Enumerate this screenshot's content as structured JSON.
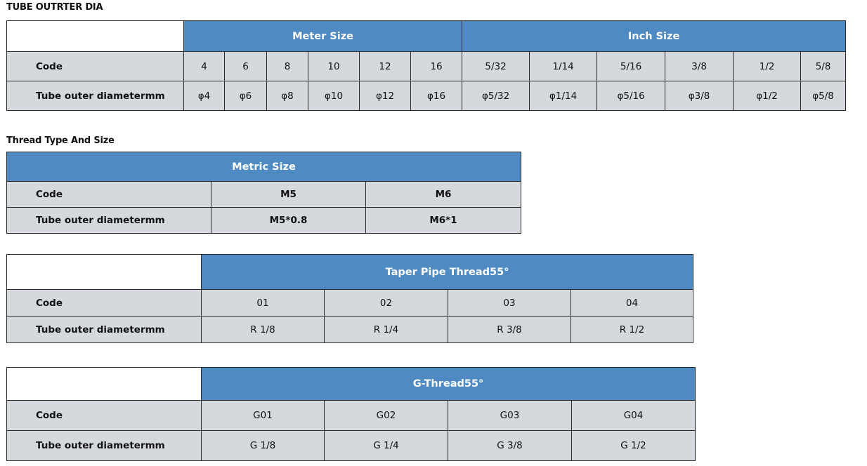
{
  "section1": {
    "title": "TUBE OUTRTER DIA",
    "group_headers": [
      "Meter Size",
      "Inch Size"
    ],
    "rows": [
      {
        "label": "Code",
        "values": [
          "4",
          "6",
          "8",
          "10",
          "12",
          "16",
          "5/32",
          "1/14",
          "5/16",
          "3/8",
          "1/2",
          "5/8"
        ]
      },
      {
        "label": "Tube outer diametermm",
        "values": [
          "φ4",
          "φ6",
          "φ8",
          "φ10",
          "φ12",
          "φ16",
          "φ5/32",
          "φ1/14",
          "φ5/16",
          "φ3/8",
          "φ1/2",
          "φ5/8"
        ]
      }
    ]
  },
  "section2": {
    "title": "Thread Type And Size",
    "header": "Metric Size",
    "rows": [
      {
        "label": "Code",
        "values": [
          "M5",
          "M6"
        ]
      },
      {
        "label": "Tube outer diametermm",
        "values": [
          "M5*0.8",
          "M6*1"
        ]
      }
    ]
  },
  "section3": {
    "header": "Taper Pipe Thread55°",
    "rows": [
      {
        "label": "Code",
        "values": [
          "01",
          "02",
          "03",
          "04"
        ]
      },
      {
        "label": "Tube outer diametermm",
        "values": [
          "R 1/8",
          "R 1/4",
          "R 3/8",
          "R 1/2"
        ]
      }
    ]
  },
  "section4": {
    "header": "G-Thread55°",
    "rows": [
      {
        "label": "Code",
        "values": [
          "G01",
          "G02",
          "G03",
          "G04"
        ]
      },
      {
        "label": "Tube outer diametermm",
        "values": [
          "G 1/8",
          "G 1/4",
          "G 3/8",
          "G 1/2"
        ]
      }
    ]
  }
}
